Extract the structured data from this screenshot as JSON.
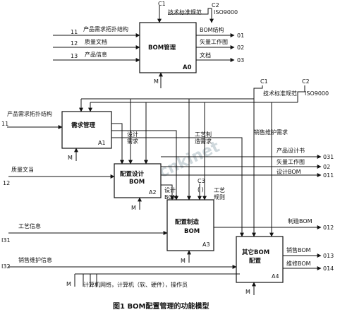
{
  "watermark": "www.cnkinet",
  "caption": "图1  BOM配置管理的功能模型",
  "top": {
    "box": {
      "title": "BOM管理",
      "id": "A0"
    },
    "controls": {
      "c1": "C1",
      "c2": "C2",
      "c1_text": "技术标准规范",
      "c2_text": "ISO9000"
    },
    "inputs": [
      {
        "code": "11",
        "text": "产品需求拓扑结构"
      },
      {
        "code": "12",
        "text": "质量文档"
      },
      {
        "code": "13",
        "text": "产品信息"
      }
    ],
    "outputs": [
      {
        "code": "01",
        "text": "BOM结构"
      },
      {
        "code": "02",
        "text": "矢量工作图"
      },
      {
        "code": "03",
        "text": "文档"
      }
    ],
    "mechanism": "M"
  },
  "bottom": {
    "controls": {
      "c1": "C1",
      "c2": "C2",
      "c1_text": "技术标准规范",
      "c2_text": "ISO9000",
      "c3": "C3",
      "c3_paren": "(  )"
    },
    "boxes": [
      {
        "title": "需求管理",
        "id": "A1"
      },
      {
        "title": "配置设计",
        "title2": "BOM",
        "id": "A2"
      },
      {
        "title": "配置制造",
        "title2": "BOM",
        "id": "A3"
      },
      {
        "title": "其它BOM",
        "title2": "配置",
        "id": "A4"
      }
    ],
    "inputs": [
      {
        "code": "11",
        "text": "产品需求拓扑结构"
      },
      {
        "code": "12",
        "text": "质量文当"
      },
      {
        "code": "I31",
        "text": "工艺信息"
      },
      {
        "code": "I32",
        "text": "销售维护信息"
      }
    ],
    "arrow_labels": {
      "design_need_1": "设计",
      "design_need_2": "需求",
      "process_need_1": "工艺制",
      "process_need_2": "造需求",
      "design_bom_1": "设计",
      "design_bom_2": "BOM",
      "process_rule_1": "工艺",
      "process_rule_2": "规则",
      "sales_need": "销售维护需求"
    },
    "outputs": [
      {
        "code": "031",
        "text": "产品设计书"
      },
      {
        "code": "02",
        "text": "矢量工作图"
      },
      {
        "code": "011",
        "text": "设计BOM"
      },
      {
        "code": "012",
        "text": "制造BOM"
      },
      {
        "code": "013",
        "text": "销售BOM"
      },
      {
        "code": "014",
        "text": "维修BOM"
      }
    ],
    "mechanism": "M",
    "mechanism_text": "计算机网络，计算机（软、硬件），操作员"
  }
}
